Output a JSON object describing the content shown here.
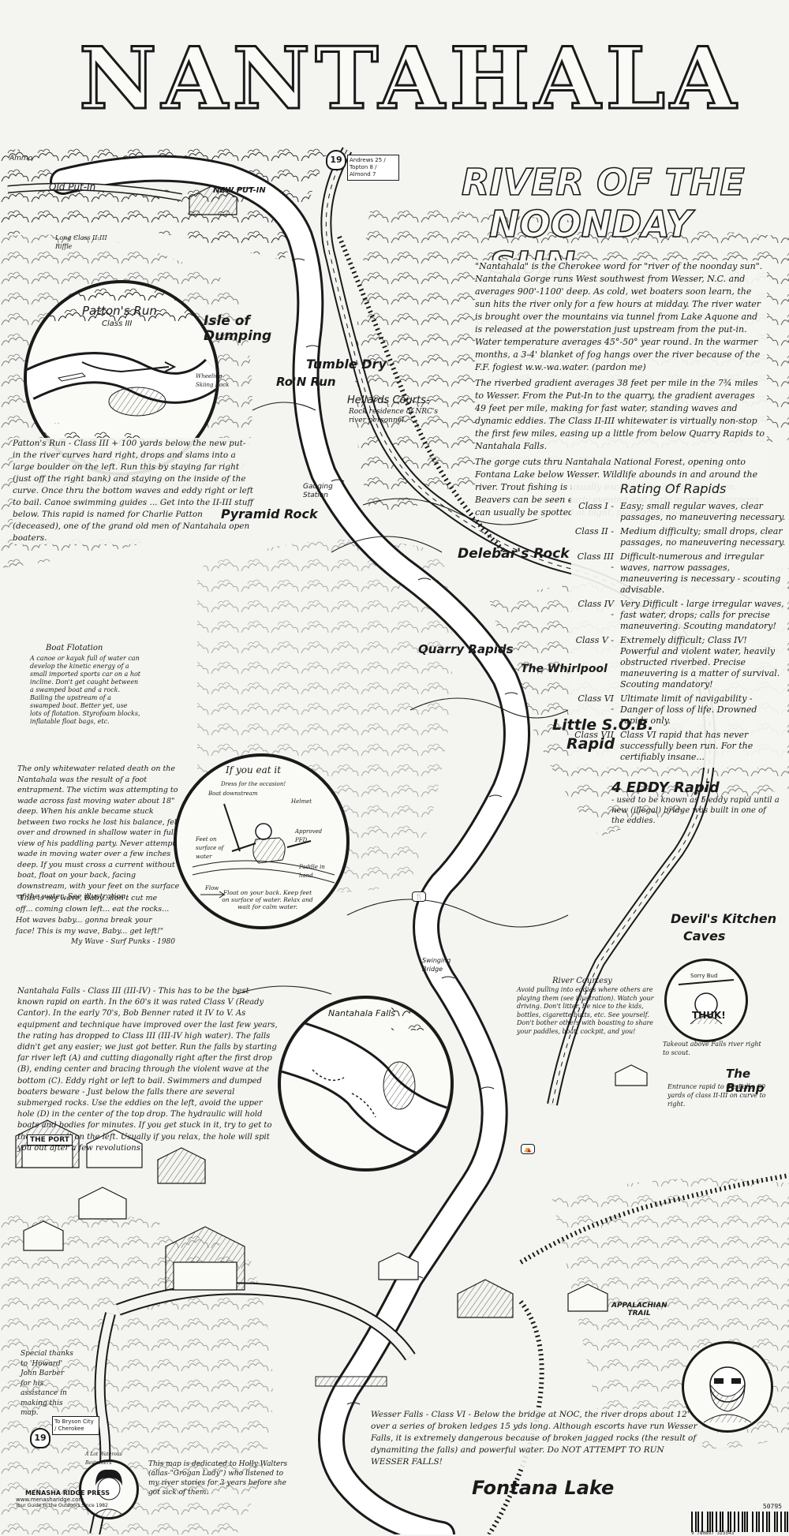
{
  "title": {
    "main": "NANTAHALA",
    "sub_line1": "RIVER OF THE",
    "sub_line2": "NOONDAY SUN"
  },
  "intro": {
    "p1": "\"Nantahala\" is the Cherokee word for \"river of the noonday sun\". Nantahala Gorge runs West southwest from Wesser, N.C. and averages 900'-1100' deep. As cold, wet boaters soon learn, the sun hits the river only for a few hours at midday. The river water is brought over the mountains via tunnel from Lake Aquone and is released at the powerstation just upstream from the put-in. Water temperature averages 45°-50° year round. In the warmer months, a 3-4' blanket of fog hangs over the river because of the F.F. fogiest w.w.-wa.water. (pardon me)",
    "p2": "The riverbed gradient averages 38 feet per mile in the 7¾ miles to Wesser. From the Put-In to the quarry, the gradient averages 49 feet per mile, making for fast water, standing waves and dynamic eddies. The Class II-III whitewater is virtually non-stop the first few miles, easing up a little from below Quarry Rapids to Nantahala Falls.",
    "p3": "The gorge cuts thru Nantahala National Forest, opening onto Fontana Lake below Wesser. Wildlife abounds in and around the river. Trout fishing is usually excellent for adept fishermen. Beavers can be seen early evening and early morning. Raccoons can usually be spotted at night, plundering your rocchest."
  },
  "rating": {
    "title": "Rating Of Rapids",
    "rows": [
      {
        "cls": "Class I -",
        "desc": "Easy; small regular waves, clear passages, no maneuvering necessary."
      },
      {
        "cls": "Class II -",
        "desc": "Medium difficulty; small drops, clear passages, no maneuvering necessary."
      },
      {
        "cls": "Class III -",
        "desc": "Difficult-numerous and irregular waves, narrow passages, maneuvering is necessary - scouting advisable."
      },
      {
        "cls": "Class IV -",
        "desc": "Very Difficult - large irregular waves, fast water, drops; calls for precise maneuvering. Scouting mandatory!"
      },
      {
        "cls": "Class V -",
        "desc": "Extremely difficult; Class IV! Powerful and violent water, heavily obstructed riverbed. Precise maneuvering is a matter of survival. Scouting mandatory!"
      },
      {
        "cls": "Class VI -",
        "desc": "Ultimate limit of navigability - Danger of loss of life. Drowned rapids only."
      },
      {
        "cls": "Class VII -",
        "desc": "Class VI rapid that has never successfully been run. For the certifiably insane..."
      }
    ]
  },
  "map_labels": {
    "ammo": "Ammo",
    "old_put_in": "Old Put-In",
    "new_put_in": "NEW PUT-IN",
    "highway": "19",
    "sign_top": "Andrews 25 / Topton 8 / Almond 7",
    "long_class_ii": "Long Class II-III Riffle",
    "pattons_run": "Patton's Run",
    "pattons_class": "Class III",
    "isle_of_dumping": "Isle of Dumping",
    "tumble_dry": "Tumble Dry",
    "row_run": "Ro'N Run",
    "wheeling_skiing": "Wheeling Skiing Rock",
    "hellards_courts": "Hellards Courts-",
    "hellards_desc": "Rock residence of NRC's river personnel",
    "gauging_station": "Gauging Station",
    "pyramid_rock": "Pyramid Rock",
    "delebars_rock": "Delebar's Rock",
    "quarry_rapids": "Quarry Rapids",
    "the_whirlpool": "The Whirlpool",
    "little_sob": "Little S.O.B.",
    "little_sob_2": "Rapid",
    "four_eddy": "4 EDDY Rapid",
    "four_eddy_desc": "- used to be known as 5 eddy rapid until a new (illegal) bridge was built in one of the eddies.",
    "devils_kitchen": "Devil's Kitchen",
    "devils_kitchen_2": "Caves",
    "swinging_bridge": "Swinging Bridge",
    "nantahala_falls_circle": "Nantahala Falls",
    "the_bump": "The Bump",
    "the_bump_desc": "Entrance rapid to the Falls. 50 yards of class II-III on curve to right.",
    "takeout": "Takeout above Falls river right to scout.",
    "appalachian_trail": "APPALACHIAN TRAIL",
    "the_port": "THE PORT",
    "fontana_lake": "Fontana Lake",
    "highway_bottom": "19",
    "bryson_sign": "To Bryson City / Cherokee"
  },
  "sidebar": {
    "pattons_run_text": "Patton's Run - Class III + 100 yards below the new put-in the river curves hard right, drops and slams into a large boulder on the left. Run this by staying far right (just off the right bank) and staying on the inside of the curve. Once thru the bottom waves and eddy right or left to bail. Canoe swimming guides ... Get into the II-III stuff below. This rapid is named for Charlie Patton (deceased), one of the grand old men of Nantahala open boaters.",
    "boat_flotation_title": "Boat Flotation",
    "boat_flotation_text": "A canoe or kayak full of water can develop the kinetic energy of a small imported sports car on a hot incline. Don't get caught between a swamped boat and a rock. Bailing the upstream of a swamped boat. Better yet, use lots of flotation. Styrofoam blocks, inflatable float bags, etc.",
    "safety_text": "The only whitewater related death on the Nantahala was the result of a foot entrapment. The victim was attempting to wade across fast moving water about 18\" deep. When his ankle became stuck between two rocks he lost his balance, fell over and drowned in shallow water in full view of his paddling party. Never attempt to wade in moving water over a few inches deep. If you must cross a current without a boat, float on your back, facing downstream, with your feet on the surface of the water. See illustration.",
    "song": "\"This is my wave, Baby...don't cut me off... coming clown left... eat the rocks... Hot waves baby... gonna break your face! This is my wave, Baby... get left!\"",
    "song_credit": "My Wave - Surf Punks - 1980",
    "falls_text": "Nantahala Falls - Class III (III-IV) - This has to be the best known rapid on earth. In the 60's it was rated Class V (Ready Cantor). In the early 70's, Bob Benner rated it IV to V. As equipment and technique have improved over the last few years, the rating has dropped to Class III (III-IV high water). The falls didn't get any easier; we just got better. Run the falls by starting far river left (A) and cutting diagonally right after the first drop (B), ending center and bracing through the violent wave at the bottom (C). Eddy right or left to bail. Swimmers and dumped boaters beware - Just below the falls there are several submerged rocks. Use the eddies on the left, avoid the upper hole (D) in the center of the top drop. The hydraulic will hold boats and bodies for minutes. If you get stuck in it, try to get to the mouse pit on the left. Usually if you relax, the hole will spit you out after a few revolutions.",
    "wesser_falls": "Wesser Falls - Class VI - Below the bridge at NOC, the river drops about 12' over a series of broken ledges 15 yds long. Although escorts have run Wesser Falls, it is extremely dangerous because of broken jagged rocks (the result of dynamiting the falls) and powerful water. Do NOT ATTEMPT TO RUN WESSER FALLS!",
    "river_courtesy_title": "River Courtesy",
    "river_courtesy": "Avoid pulling into eddies where others are playing them (see illustration). Watch your driving. Don't litter. Be nice to the kids, bottles, cigarette butts, etc. See yourself. Don't bother others with boasting to share your paddles, boat, cockpit, and you!",
    "if_you_eat_it": "If you eat it",
    "eat_it_labels": [
      "Dress for the occasion!",
      "Boat downstream",
      "Helmet",
      "Feet on surface of water",
      "Approved PFD",
      "Paddle in hand",
      "Flow"
    ],
    "eat_it_caption": "Float on your back. Keep feet on surface of water. Relax and wait for calm water.",
    "thanks": "Special thanks to 'Howard' John Barber for his assistance in making this map.",
    "dedication": "This map is dedicated to Holly Walters (alias-\"Grogan Lady\") who listened to my river stories for 3 years before she got sick of them.",
    "ad_label": "A Lot Waterous Bestsellers",
    "thuk": "THUK!",
    "sorry_bud": "Sorry Bud",
    "publisher": "MENASHA RIDGE PRESS",
    "publisher_url": "www.menasharidge.com",
    "publisher_tag": "Your Guide to the Outdoors Since 1982",
    "barcode_top": "50795",
    "barcode_num": "9 780897 323543"
  },
  "colors": {
    "ink": "#1a1a1a",
    "paper": "#f4f4f1",
    "water": "#ffffff"
  }
}
